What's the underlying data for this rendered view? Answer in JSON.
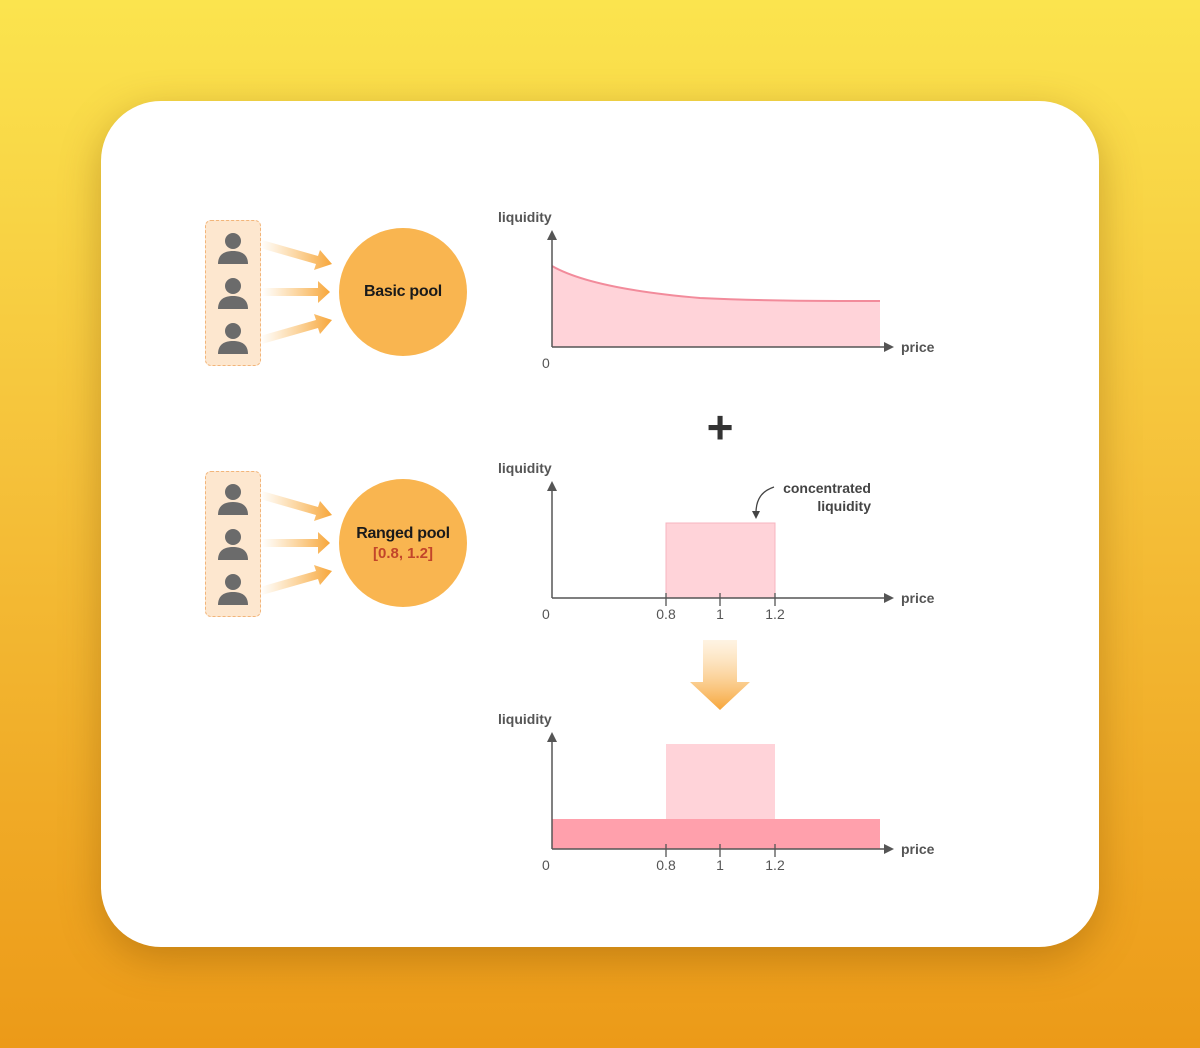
{
  "pools": [
    {
      "name": "Basic pool",
      "range": ""
    },
    {
      "name": "Ranged pool",
      "range": "[0.8, 1.2]"
    }
  ],
  "operator": "+",
  "charts": [
    {
      "id": "basic",
      "ylabel": "liquidity",
      "xlabel": "price",
      "origin": "0",
      "ticks": []
    },
    {
      "id": "ranged",
      "ylabel": "liquidity",
      "xlabel": "price",
      "origin": "0",
      "ticks": [
        "0.8",
        "1",
        "1.2"
      ],
      "annotation": {
        "line1": "concentrated",
        "line2": "liquidity"
      }
    },
    {
      "id": "combined",
      "ylabel": "liquidity",
      "xlabel": "price",
      "origin": "0",
      "ticks": [
        "0.8",
        "1",
        "1.2"
      ]
    }
  ],
  "chart_data": [
    {
      "type": "area",
      "title": "",
      "xlabel": "price",
      "ylabel": "liquidity",
      "series": [
        {
          "name": "",
          "x": [
            0,
            0.5,
            1,
            1.5,
            2,
            3
          ],
          "values": [
            0.65,
            0.5,
            0.42,
            0.39,
            0.37,
            0.36
          ]
        }
      ]
    },
    {
      "type": "bar",
      "title": "",
      "xlabel": "price",
      "ylabel": "liquidity",
      "categories": [
        "[0.8, 1.2]"
      ],
      "values": [
        1
      ]
    },
    {
      "type": "area",
      "title": "",
      "xlabel": "price",
      "ylabel": "liquidity",
      "series": [
        {
          "name": "",
          "x": [
            0,
            3
          ],
          "values": [
            0.3,
            0.3
          ]
        },
        {
          "name": "",
          "x": [
            0.8,
            1.2
          ],
          "values": [
            1,
            1
          ]
        }
      ]
    }
  ],
  "colors": {
    "pool_fill": "#f9b550",
    "range_text": "#c2452a",
    "area_fill": "#ffd3d9",
    "area_stroke": "#f28b9b",
    "base_fill": "#ffa0ac",
    "axis": "#555555",
    "user_icon": "#6b6b6b"
  },
  "icons": {
    "user": "person-icon",
    "arrow": "arrow-right-icon",
    "down": "arrow-down-icon"
  }
}
